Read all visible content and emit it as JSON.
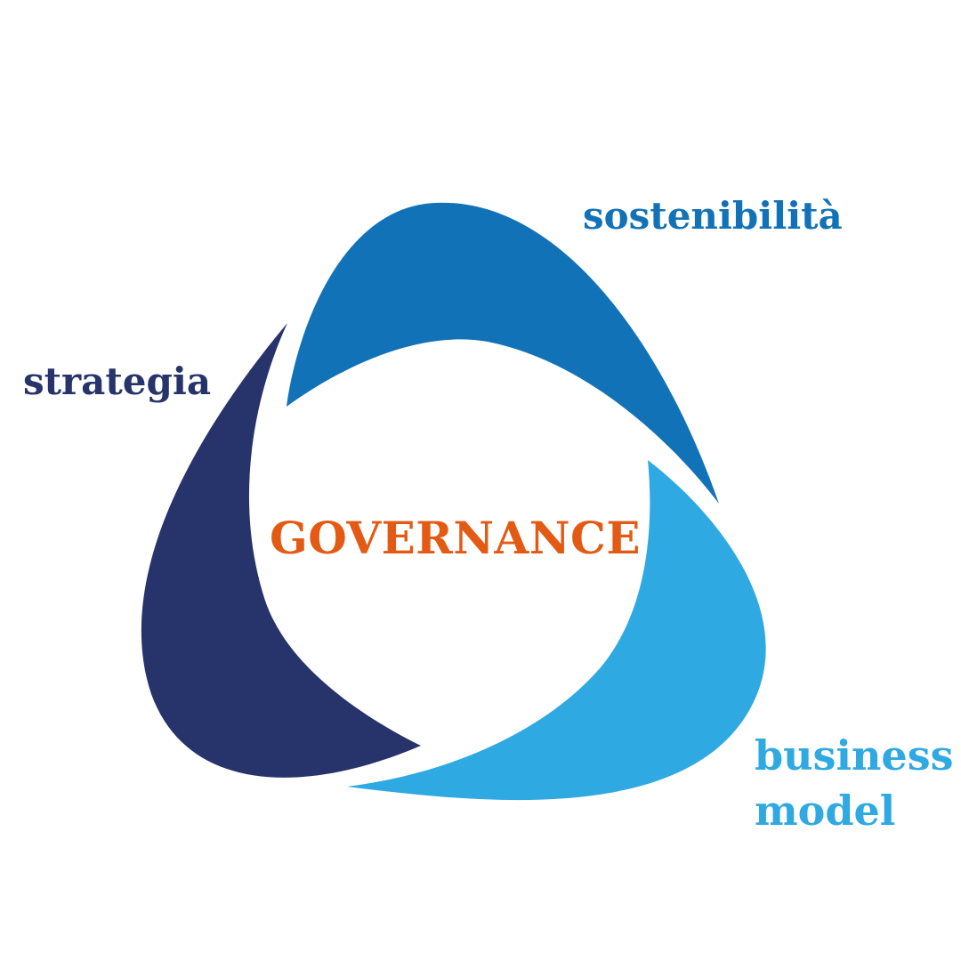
{
  "diagram": {
    "center_label": "GOVERNANCE",
    "segments": [
      {
        "id": "sostenibilita",
        "label": "sostenibilità",
        "color": "#1272b7"
      },
      {
        "id": "strategia",
        "label": "strategia",
        "color": "#27336b"
      },
      {
        "id": "business_model",
        "label_line1": "business",
        "label_line2": "model",
        "color": "#2fa9e1"
      }
    ],
    "center_color": "#e35a14"
  }
}
